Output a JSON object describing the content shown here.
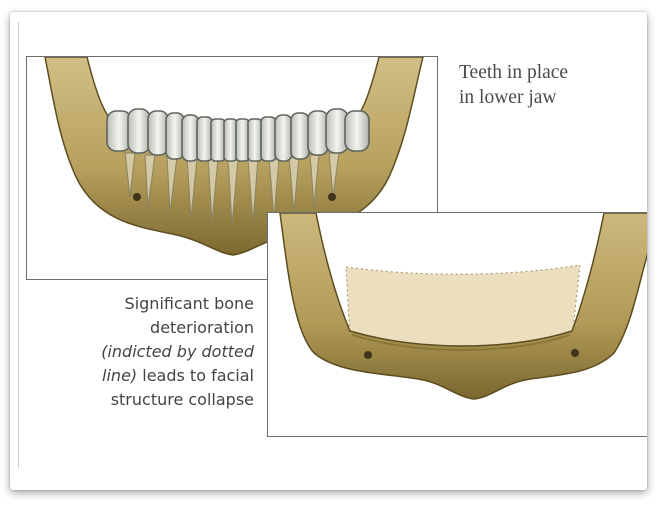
{
  "captions": {
    "top_line1": "Teeth in place",
    "top_line2": "in lower jaw",
    "bottom_line1": "Significant bone",
    "bottom_line2": "deterioration",
    "bottom_line3_italic": "(indicted by dotted",
    "bottom_line4_italic": "line)",
    "bottom_line4_rest": " leads to facial",
    "bottom_line5": "structure collapse"
  },
  "colors": {
    "bone_light": "#c9b479",
    "bone_mid": "#a38e4d",
    "bone_dark": "#6e5c2a",
    "lost_bone_fill": "#ecdfc0",
    "tooth": "#e6e8e2",
    "tooth_edge": "#6a6f68"
  },
  "icons": {
    "top_panel": "lower-jaw-with-teeth-illustration",
    "bottom_panel": "lower-jaw-bone-loss-illustration"
  }
}
